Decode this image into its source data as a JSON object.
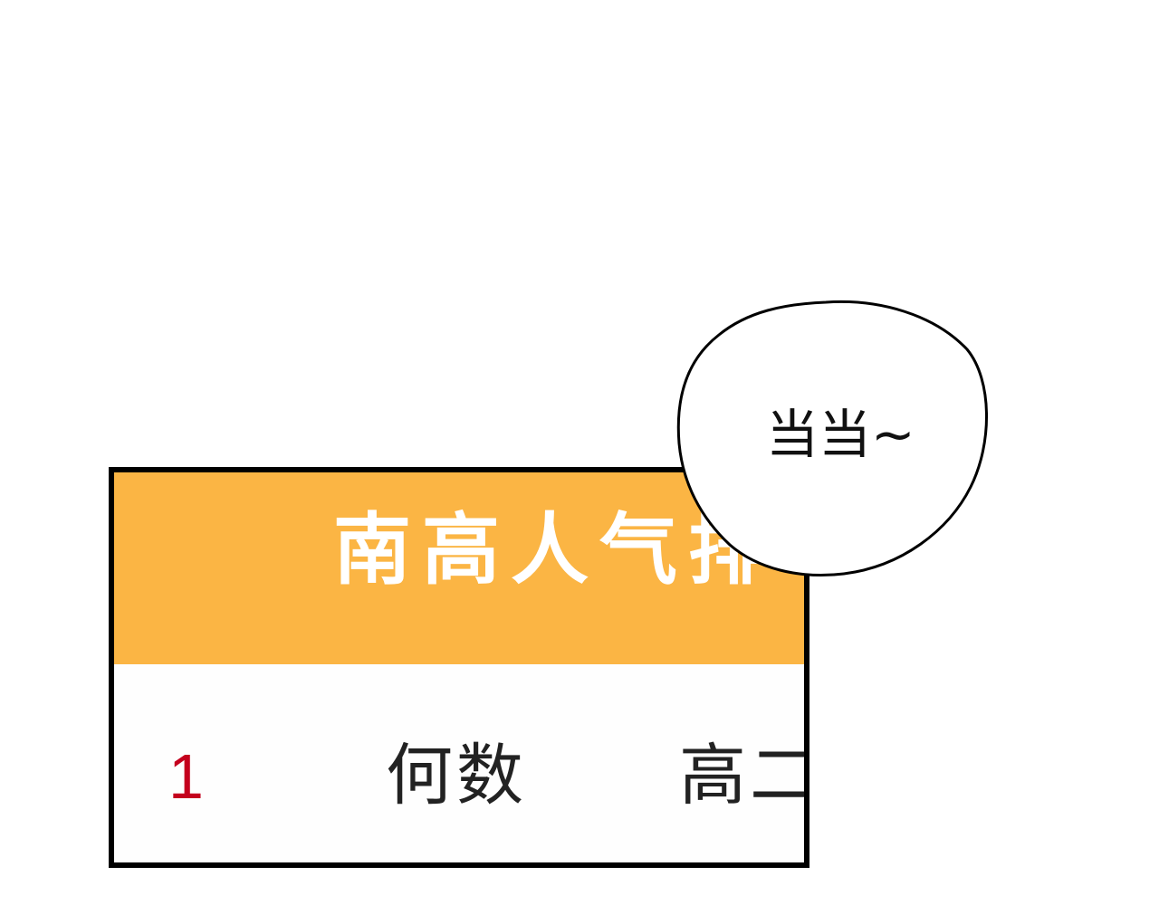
{
  "panel": {
    "header_title": "南高人气排",
    "row": {
      "rank": "1",
      "name": "何数",
      "grade": "高二"
    }
  },
  "speech_bubble": {
    "text": "当当~"
  },
  "colors": {
    "header_background": "#fbb544",
    "rank_number": "#c4001d",
    "border": "#000000"
  }
}
